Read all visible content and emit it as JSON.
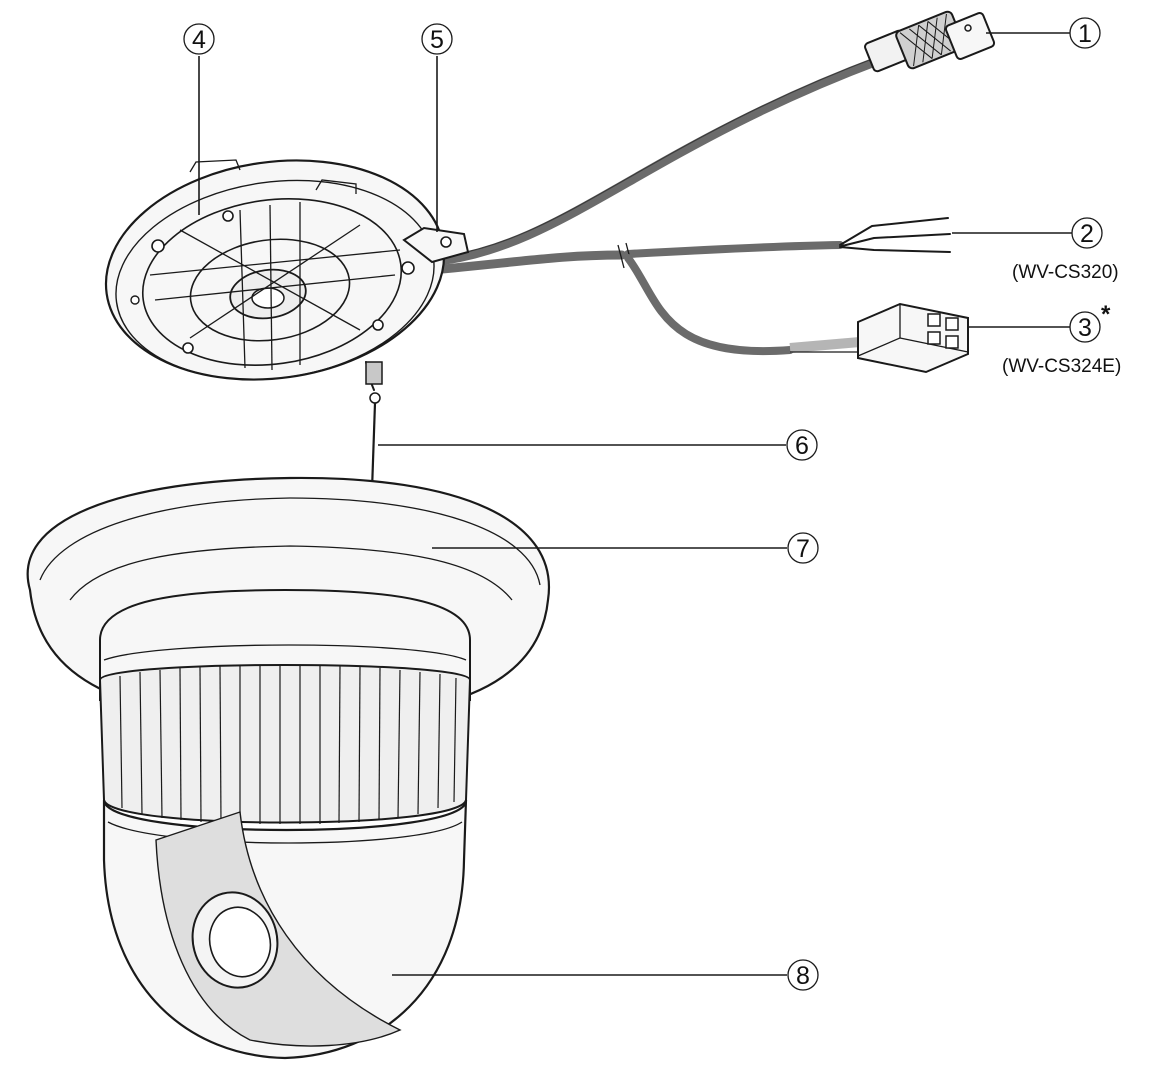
{
  "callouts": [
    {
      "id": "1",
      "label": "1"
    },
    {
      "id": "2",
      "label": "2",
      "note": "(WV-CS320)"
    },
    {
      "id": "3",
      "label": "3",
      "suffix": "*",
      "note": "(WV-CS324E)"
    },
    {
      "id": "4",
      "label": "4"
    },
    {
      "id": "5",
      "label": "5"
    },
    {
      "id": "6",
      "label": "6"
    },
    {
      "id": "7",
      "label": "7"
    },
    {
      "id": "8",
      "label": "8"
    }
  ],
  "colors": {
    "ink": "#1a1a1a",
    "cable": "#6b6b6b",
    "body_fill": "#f7f7f7",
    "dome_shade": "#dedede",
    "background": "#ffffff"
  }
}
